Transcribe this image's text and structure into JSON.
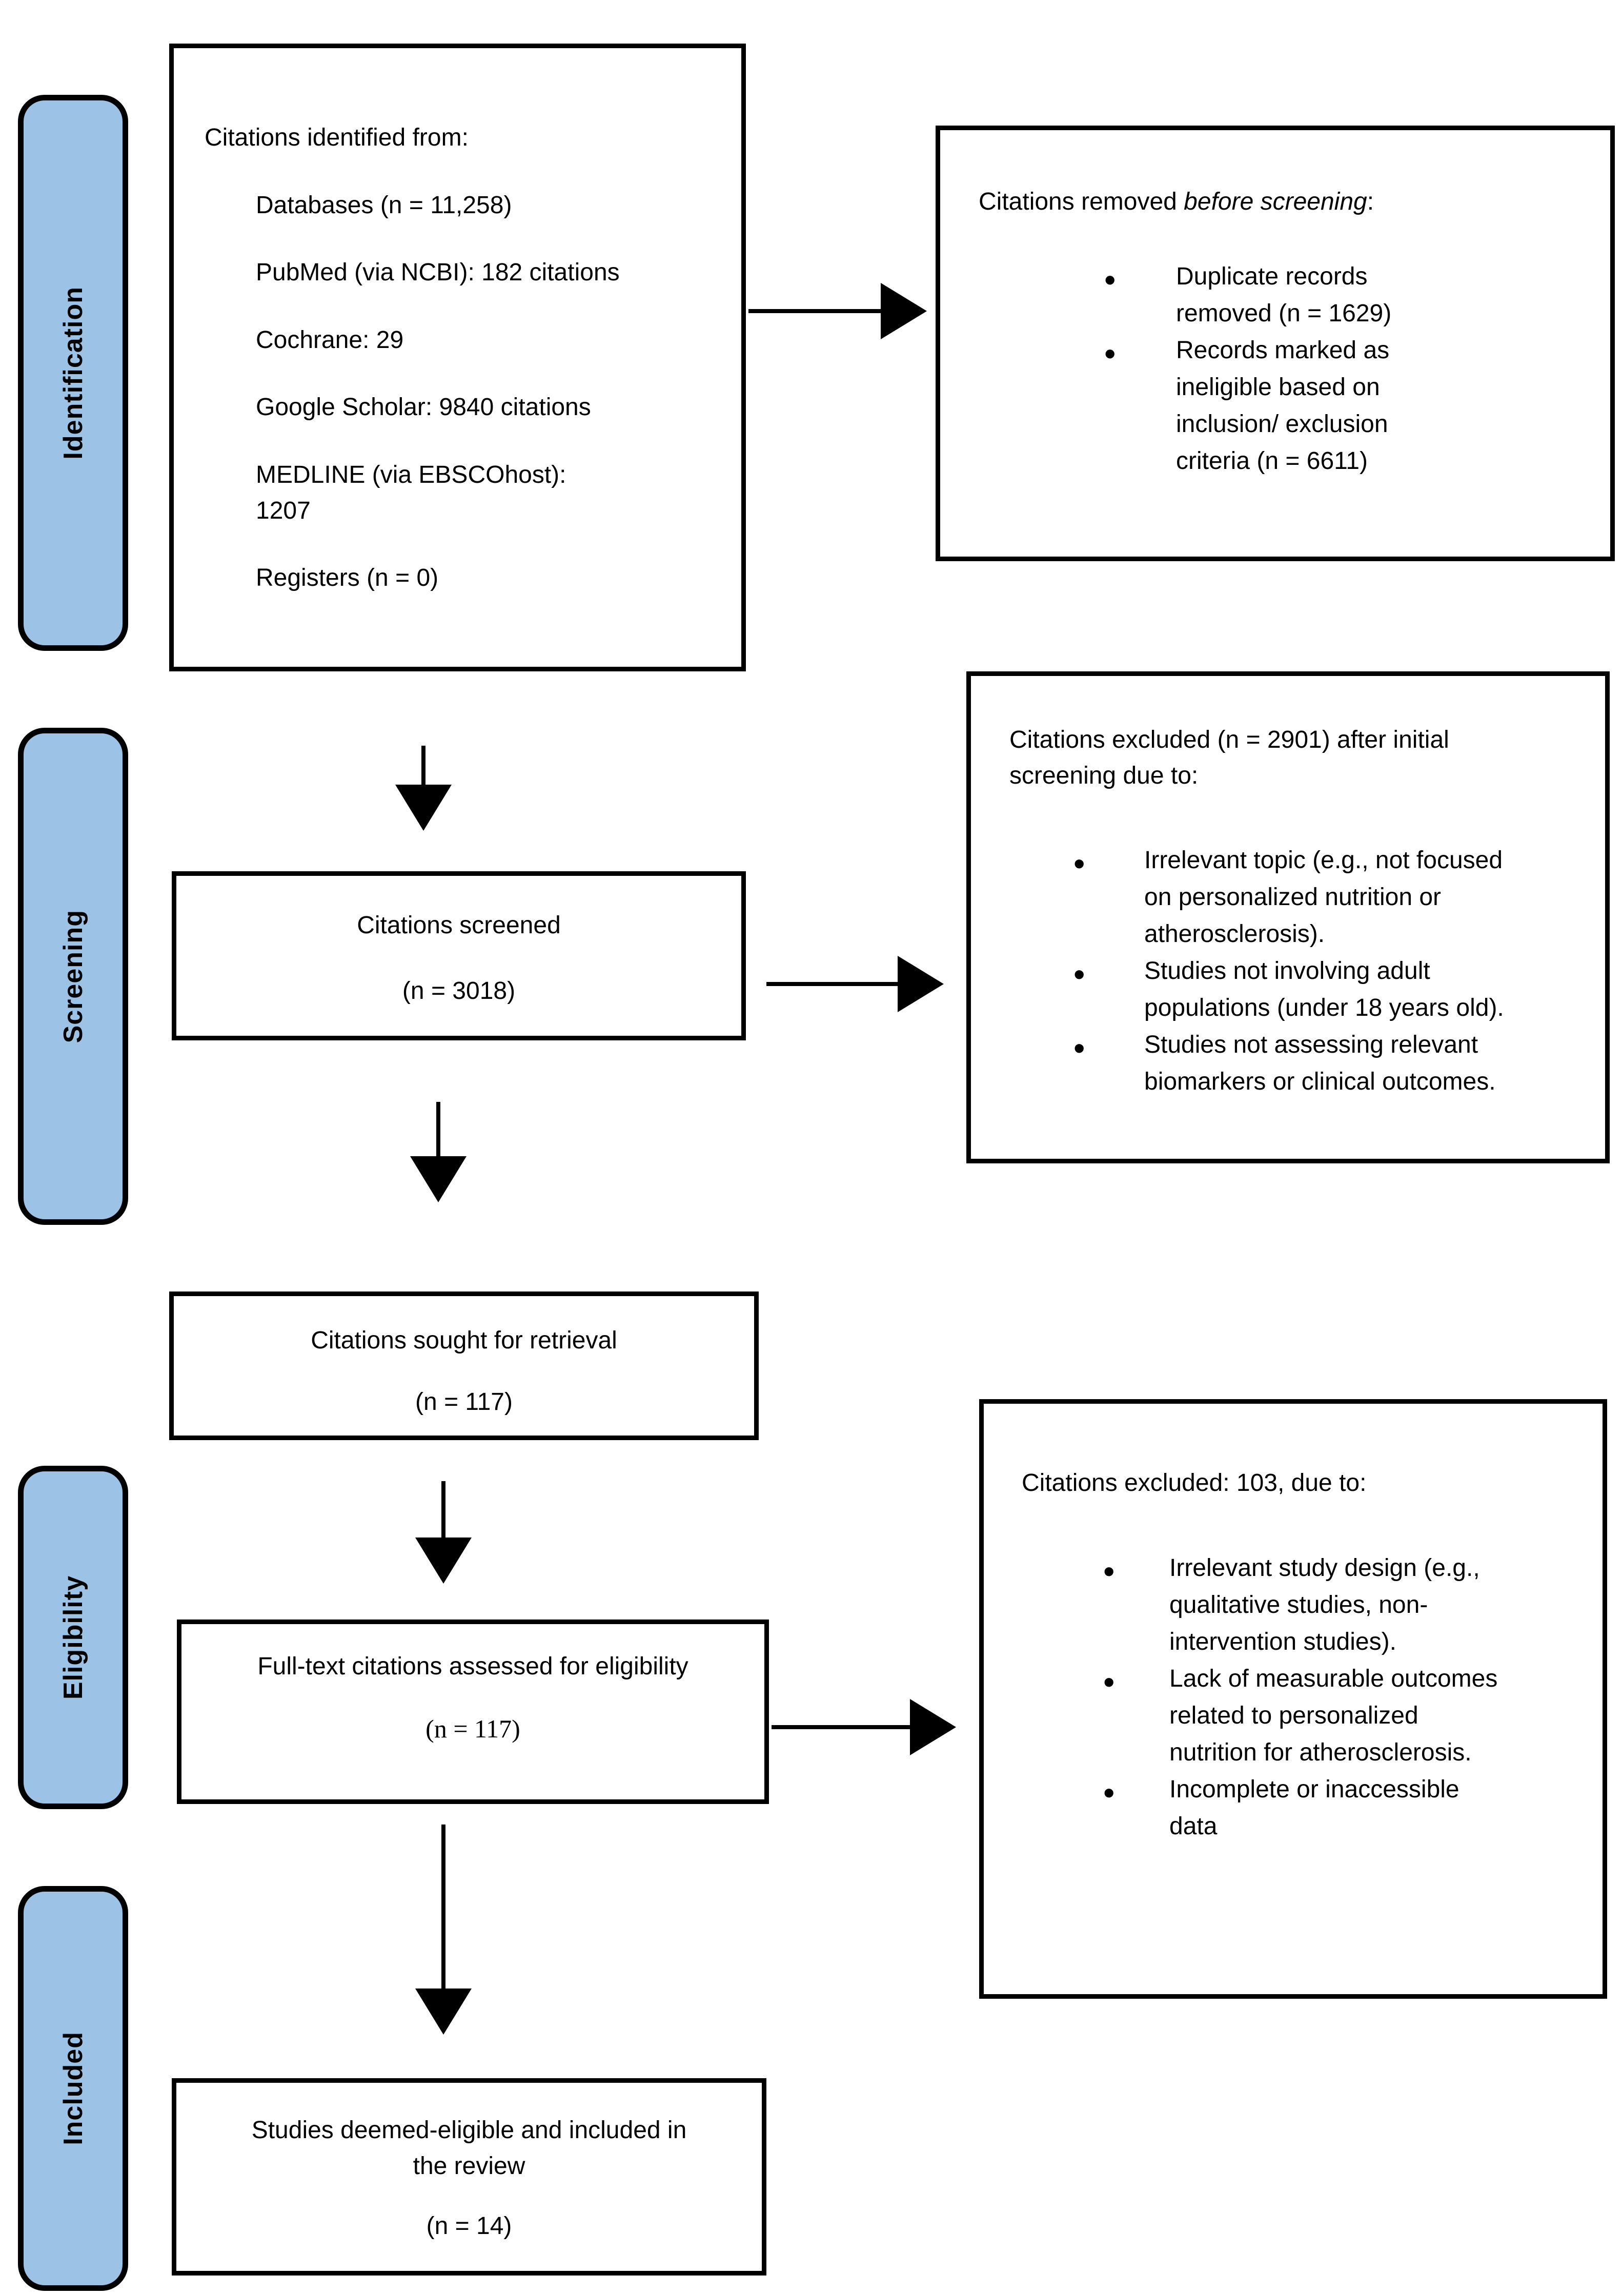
{
  "colors": {
    "stage_fill": "#9CC2E5",
    "box_fill": "#FFFFFF",
    "border": "#000000",
    "arrow": "#000000"
  },
  "sidebar": {
    "labels": [
      {
        "label": "Identification"
      },
      {
        "label": "Screening"
      },
      {
        "label": "Eligibility"
      },
      {
        "label": "Included"
      }
    ]
  },
  "boxes": {
    "identified": {
      "title": "Citations identified from:",
      "items": [
        "Databases (n = 11,258)",
        "PubMed (via NCBI): 182 citations",
        "Cochrane: 29",
        "Google Scholar: 9840 citations",
        "MEDLINE (via EBSCOhost): 1207",
        "Registers (n = 0)"
      ]
    },
    "removed_before_screening": {
      "title_prefix": "Citations removed ",
      "title_italic": "before screening",
      "title_suffix": ":",
      "bullets": [
        "Duplicate records removed (n = 1629)",
        "Records marked as ineligible based on inclusion/ exclusion criteria (n = 6611)"
      ]
    },
    "screened": {
      "line1": "Citations screened",
      "line2": "(n = 3018)"
    },
    "excluded_after_screening": {
      "title": "Citations excluded (n = 2901) after initial screening due to:",
      "bullets": [
        "Irrelevant topic (e.g., not focused on personalized nutrition or atherosclerosis).",
        "Studies not involving adult populations (under 18 years old).",
        "Studies not assessing relevant biomarkers or clinical outcomes."
      ]
    },
    "sought": {
      "line1": "Citations sought for retrieval",
      "line2": "(n = 117)"
    },
    "fulltext": {
      "line1": "Full-text citations assessed for eligibility",
      "line2": "(n = 117)"
    },
    "excluded_after_eligibility": {
      "title": "Citations excluded: 103, due to:",
      "bullets": [
        "Irrelevant study design (e.g., qualitative studies, non-intervention studies).",
        "Lack of measurable outcomes related to personalized nutrition for atherosclerosis.",
        "Incomplete or inaccessible data"
      ]
    },
    "included": {
      "line1": "Studies deemed-eligible and included in the review",
      "line2": "(n = 14)"
    }
  }
}
